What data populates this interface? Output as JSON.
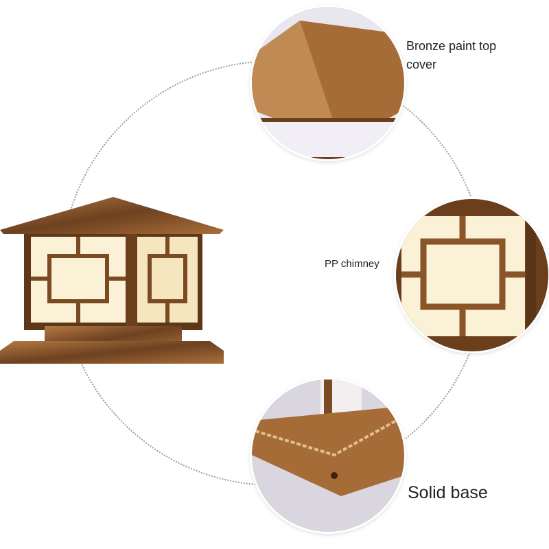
{
  "callouts": {
    "top_cover": "Bronze paint top cover",
    "chimney": "PP chimney",
    "base": "Solid base"
  },
  "colors": {
    "bronze": "#9a6232",
    "glass": "#fbf3dc"
  }
}
